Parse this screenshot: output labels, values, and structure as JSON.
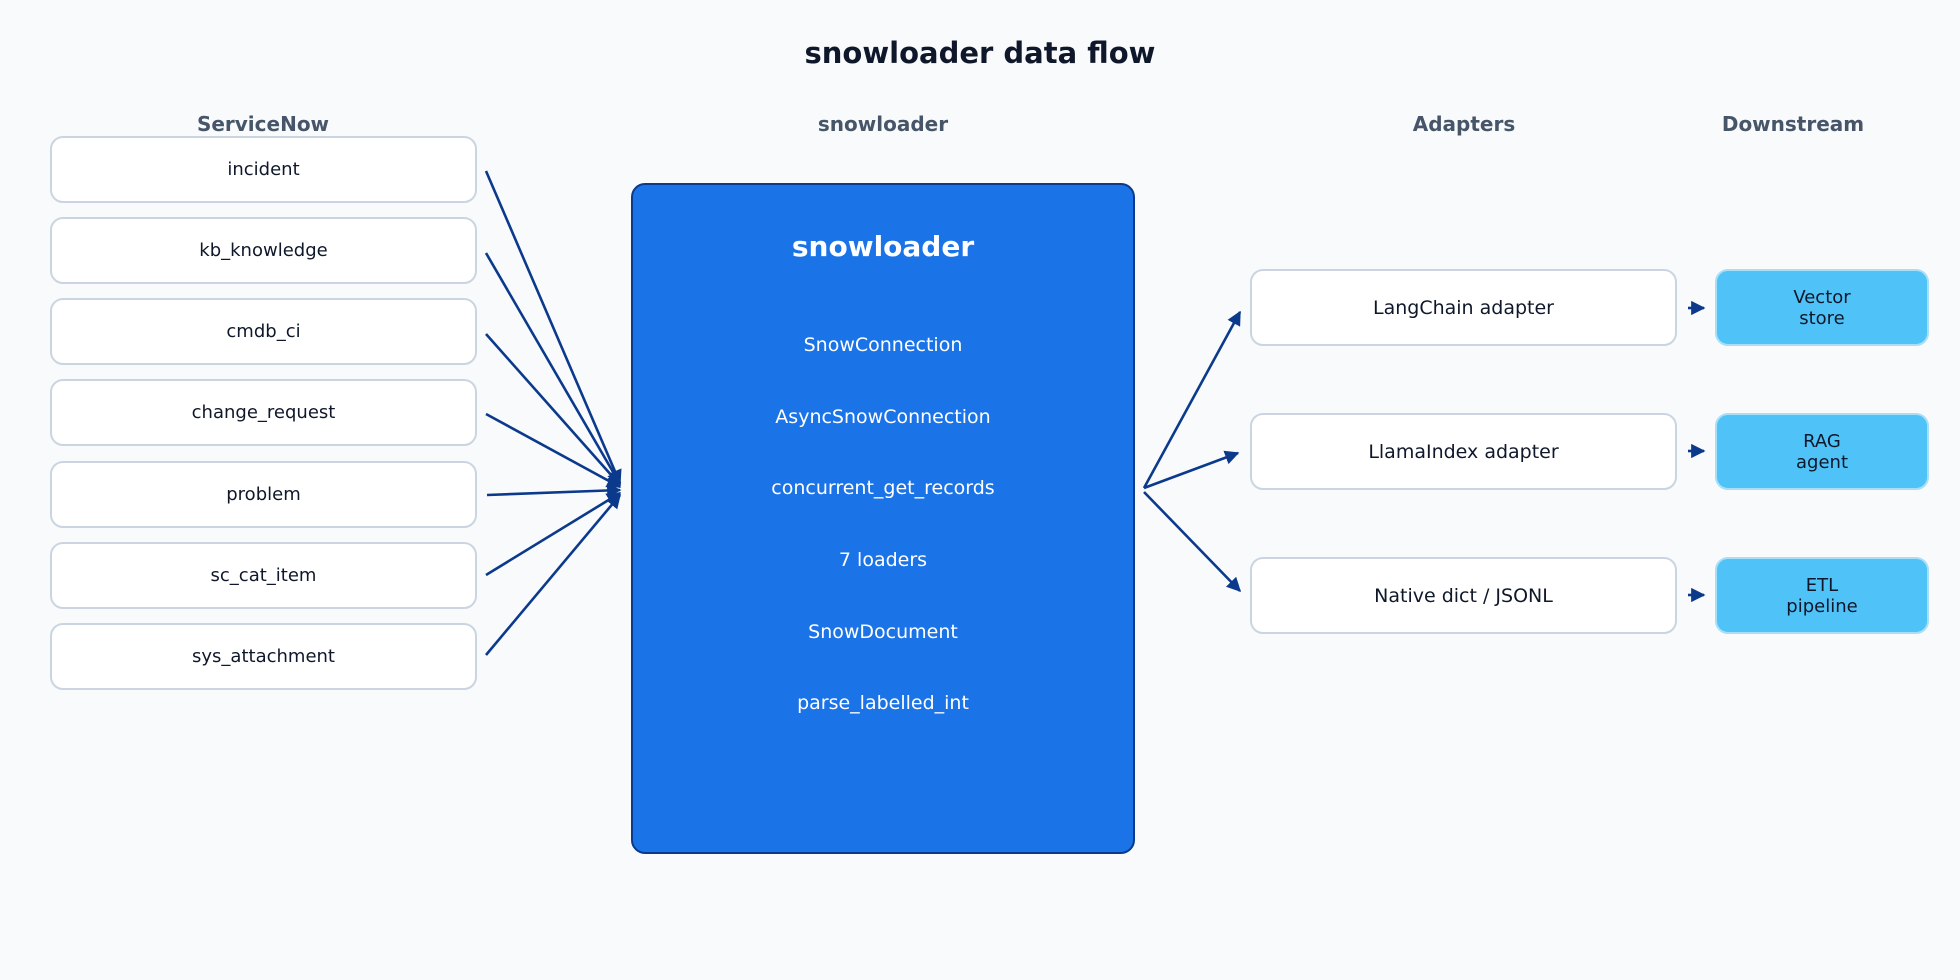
{
  "title": "snowloader data flow",
  "columns": {
    "servicenow": "ServiceNow",
    "snowloader": "snowloader",
    "adapters": "Adapters",
    "downstream": "Downstream"
  },
  "sources": [
    "incident",
    "kb_knowledge",
    "cmdb_ci",
    "change_request",
    "problem",
    "sc_cat_item",
    "sys_attachment"
  ],
  "core": {
    "title": "snowloader",
    "items": [
      "SnowConnection",
      "AsyncSnowConnection",
      "concurrent_get_records",
      "7 loaders",
      "SnowDocument",
      "parse_labelled_int"
    ]
  },
  "adapters": [
    "LangChain adapter",
    "LlamaIndex adapter",
    "Native dict / JSONL"
  ],
  "downstream": [
    "Vector\nstore",
    "RAG\nagent",
    "ETL\npipeline"
  ],
  "colors": {
    "core_fill": "#1b73e8",
    "arrow": "#0b3a8c",
    "downstream_fill": "#4fc3f7",
    "box_border": "#cbd5e1"
  }
}
